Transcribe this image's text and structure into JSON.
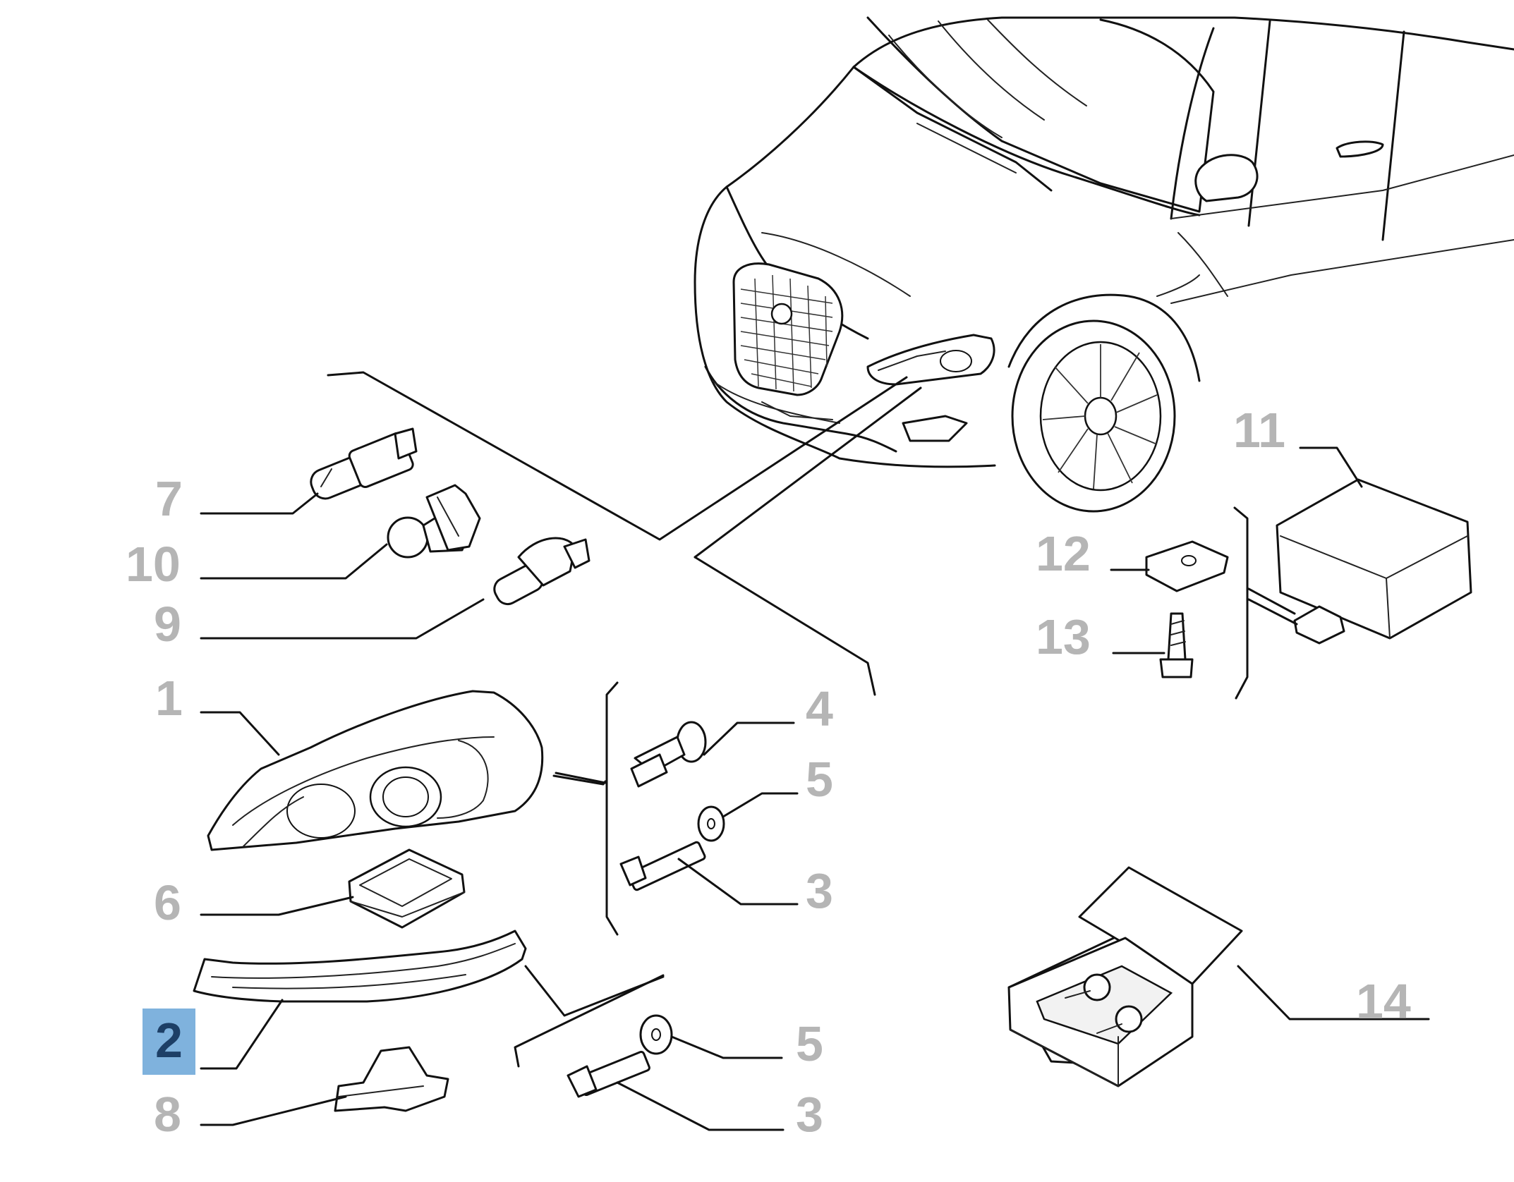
{
  "diagram": {
    "callouts": [
      {
        "id": "c7",
        "label": "7"
      },
      {
        "id": "c10",
        "label": "10"
      },
      {
        "id": "c9",
        "label": "9"
      },
      {
        "id": "c1",
        "label": "1"
      },
      {
        "id": "c6",
        "label": "6"
      },
      {
        "id": "c2",
        "label": "2",
        "selected": true
      },
      {
        "id": "c8",
        "label": "8"
      },
      {
        "id": "c4",
        "label": "4"
      },
      {
        "id": "c5a",
        "label": "5"
      },
      {
        "id": "c3a",
        "label": "3"
      },
      {
        "id": "c5b",
        "label": "5"
      },
      {
        "id": "c3b",
        "label": "3"
      },
      {
        "id": "c11",
        "label": "11"
      },
      {
        "id": "c12",
        "label": "12"
      },
      {
        "id": "c13",
        "label": "13"
      },
      {
        "id": "c14",
        "label": "14"
      }
    ]
  },
  "colors": {
    "callout_text": "#b5b5b5",
    "selected_bg": "#7fb2dd",
    "selected_text": "#1d3f66",
    "line": "#111111"
  }
}
